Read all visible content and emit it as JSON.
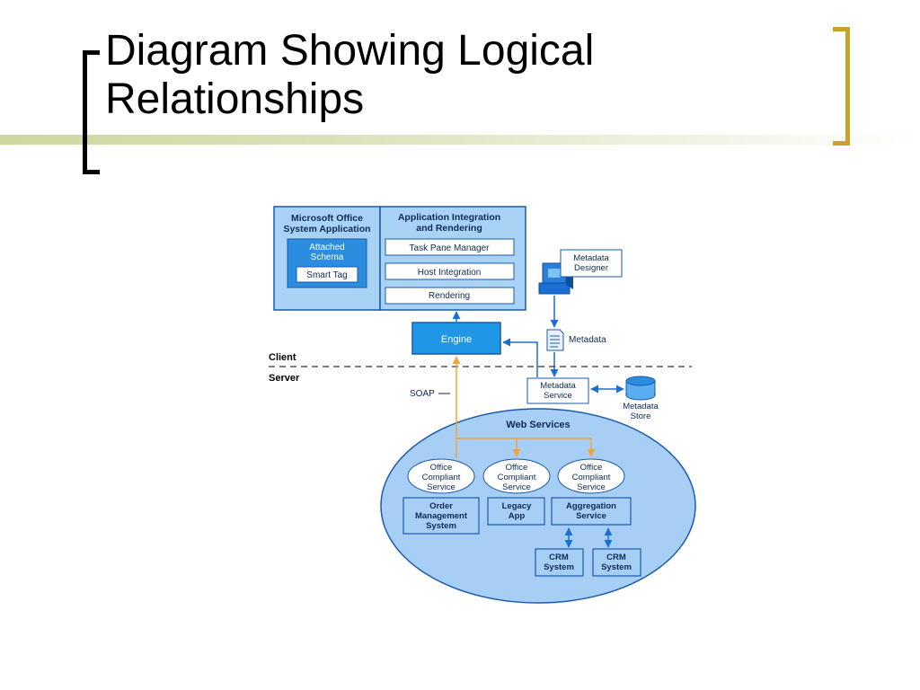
{
  "slide": {
    "title_line1": "Diagram Showing Logical",
    "title_line2": "Relationships"
  },
  "diagram": {
    "office_app": {
      "title_line1": "Microsoft Office",
      "title_line2": "System Application",
      "attached_schema_line1": "Attached",
      "attached_schema_line2": "Schema",
      "smart_tag": "Smart Tag"
    },
    "integration": {
      "title_line1": "Application Integration",
      "title_line2": "and Rendering",
      "items": [
        "Task Pane Manager",
        "Host Integration",
        "Rendering"
      ]
    },
    "engine": "Engine",
    "client_label": "Client",
    "server_label": "Server",
    "soap_label": "SOAP",
    "metadata_designer_line1": "Metadata",
    "metadata_designer_line2": "Designer",
    "metadata_label": "Metadata",
    "metadata_service_line1": "Metadata",
    "metadata_service_line2": "Service",
    "metadata_store_line1": "Metadata",
    "metadata_store_line2": "Store",
    "web_services": {
      "title": "Web Services",
      "compliant_line1": "Office",
      "compliant_line2": "Compliant",
      "compliant_line3": "Service",
      "order_mgmt_line1": "Order",
      "order_mgmt_line2": "Management",
      "order_mgmt_line3": "System",
      "legacy_line1": "Legacy",
      "legacy_line2": "App",
      "aggregation_line1": "Aggregation",
      "aggregation_line2": "Service",
      "crm_line1": "CRM",
      "crm_line2": "System"
    },
    "colors": {
      "light_blue": "#a9d3f5",
      "mid_blue": "#2a8de0",
      "engine_blue": "#1f96e6",
      "border_blue": "#1b5aa8",
      "ellipse_fill": "#a7cff5",
      "orange": "#f0a43a"
    }
  }
}
